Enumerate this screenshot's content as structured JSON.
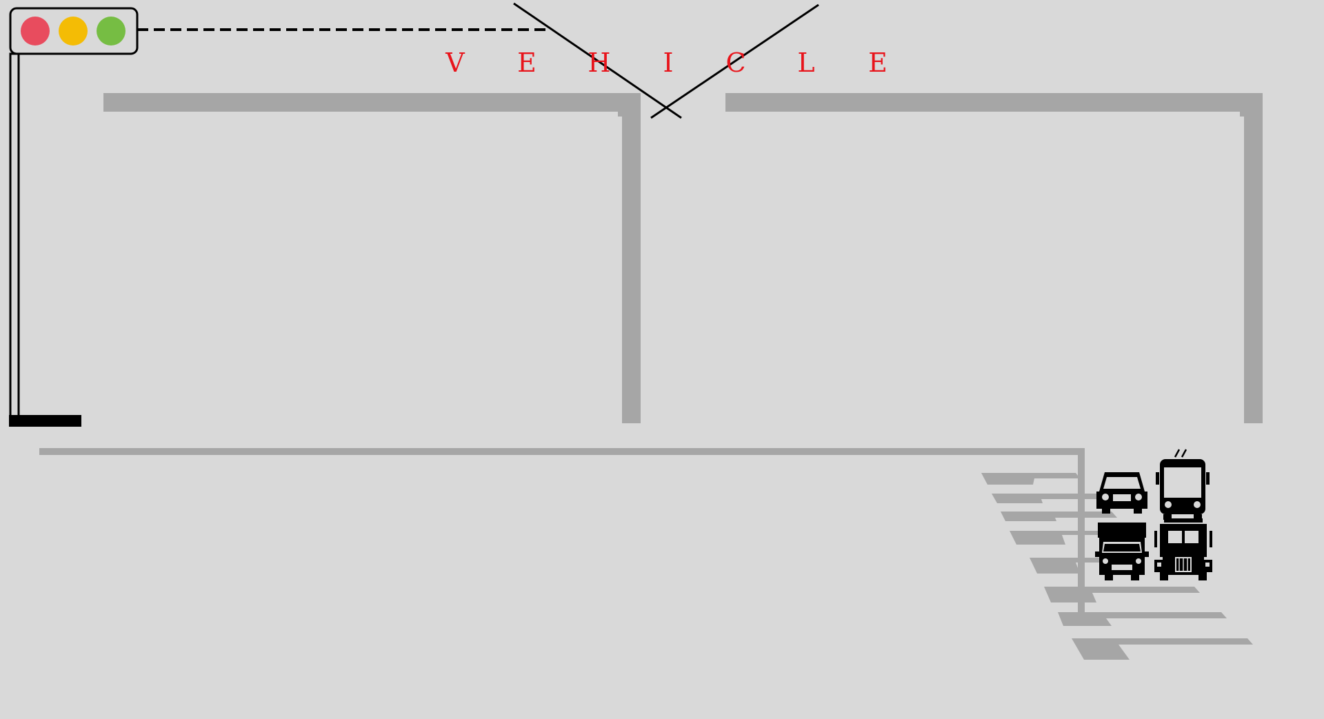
{
  "title_letters": [
    "V",
    "E",
    "H",
    "I",
    "C",
    "L",
    "E"
  ],
  "colors": {
    "background": "#d9d9d9",
    "structure_gray": "#a6a6a6",
    "title_red": "#e8141b",
    "light_red": "#e84c5e",
    "light_yellow": "#f4bc05",
    "light_green": "#76bd43",
    "ink": "#000000"
  },
  "traffic_light": {
    "lights": [
      "red-light",
      "yellow-light",
      "green-light"
    ]
  },
  "vehicles": [
    {
      "name": "car-icon",
      "kind": "car"
    },
    {
      "name": "trolleybus-icon",
      "kind": "trolleybus"
    },
    {
      "name": "truck-icon",
      "kind": "truck"
    },
    {
      "name": "semi-truck-icon",
      "kind": "semi-truck"
    }
  ]
}
